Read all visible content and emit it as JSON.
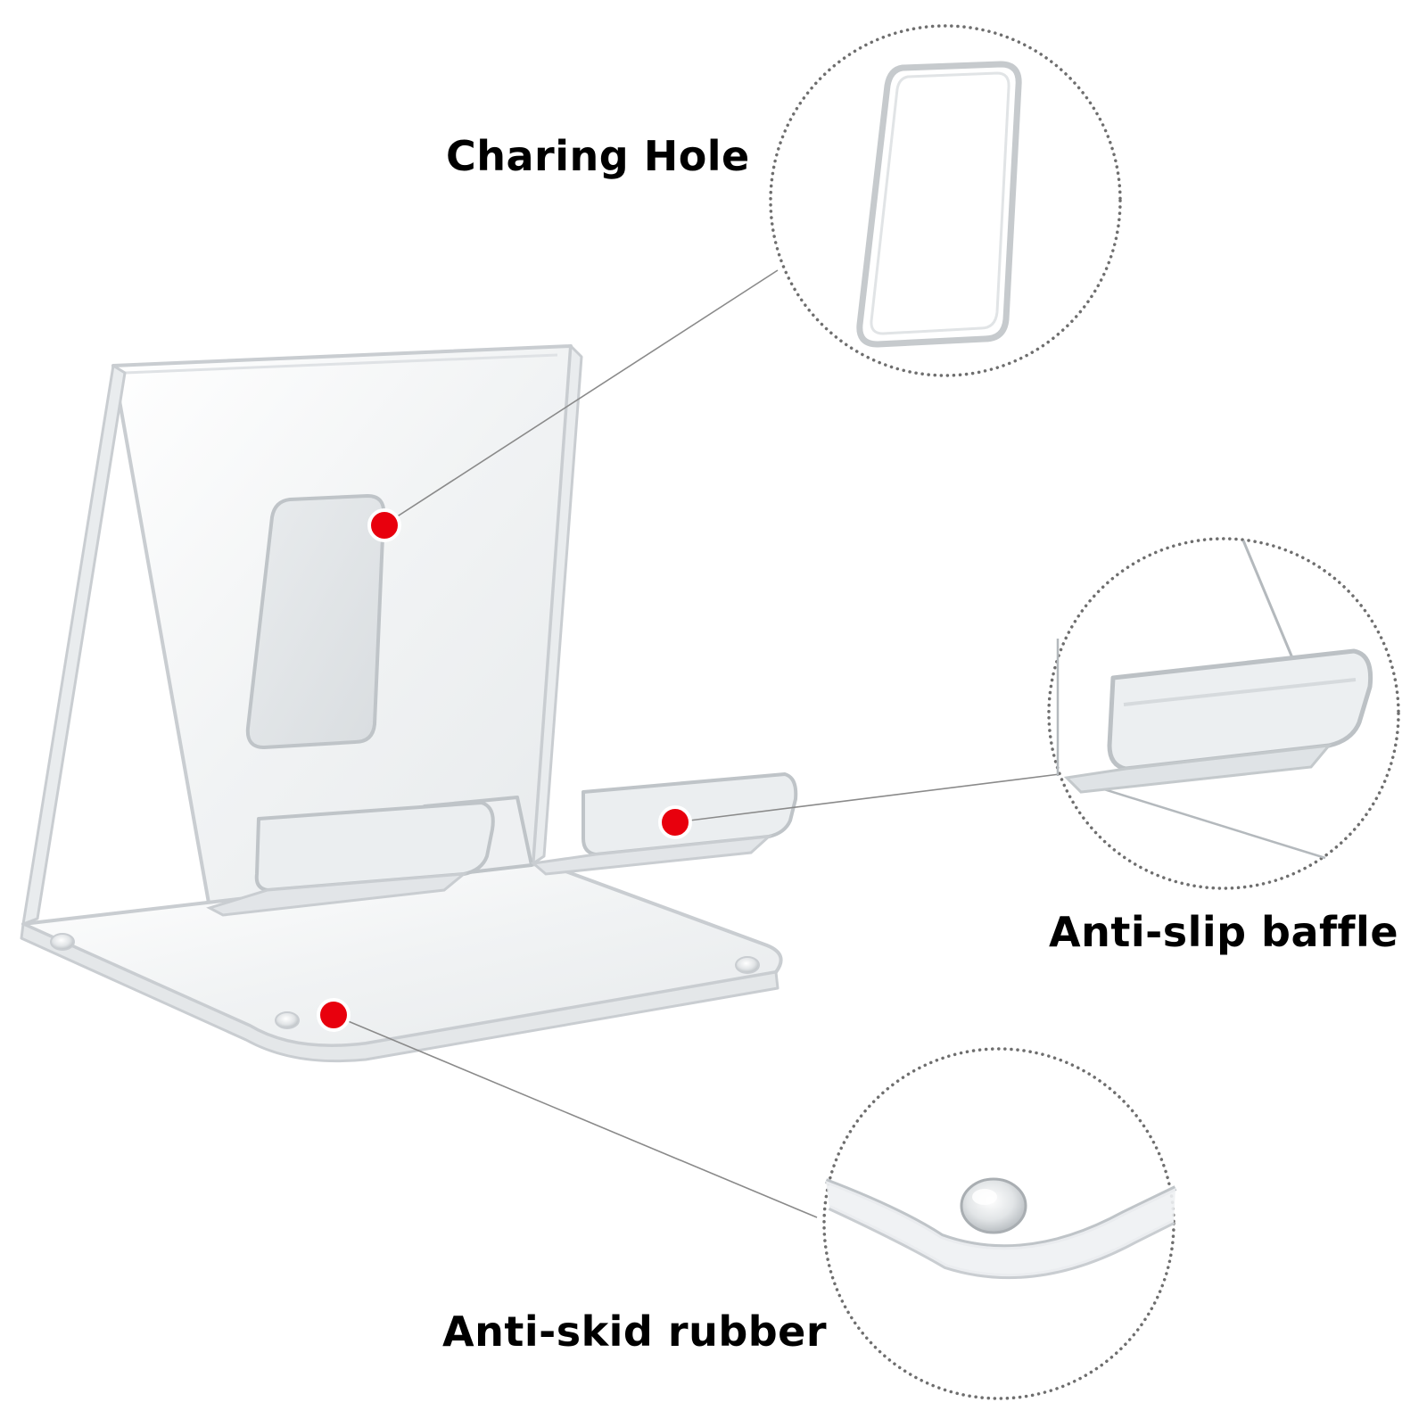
{
  "callouts": {
    "charging_hole": {
      "label": "Charing Hole"
    },
    "anti_slip_baffle": {
      "label": "Anti-slip baffle"
    },
    "anti_skid_rubber": {
      "label": "Anti-skid rubber"
    }
  },
  "colors": {
    "marker": "#e8000d",
    "acrylic_edge": "#c9cdd1",
    "acrylic_fill": "#f4f6f7",
    "leader_line": "#8a8a8a",
    "dotted_circle": "#6e6e6e",
    "text": "#000000"
  },
  "icons": {
    "marker": "red-dot-marker-icon",
    "zoom": "dotted-zoom-circle-icon"
  }
}
